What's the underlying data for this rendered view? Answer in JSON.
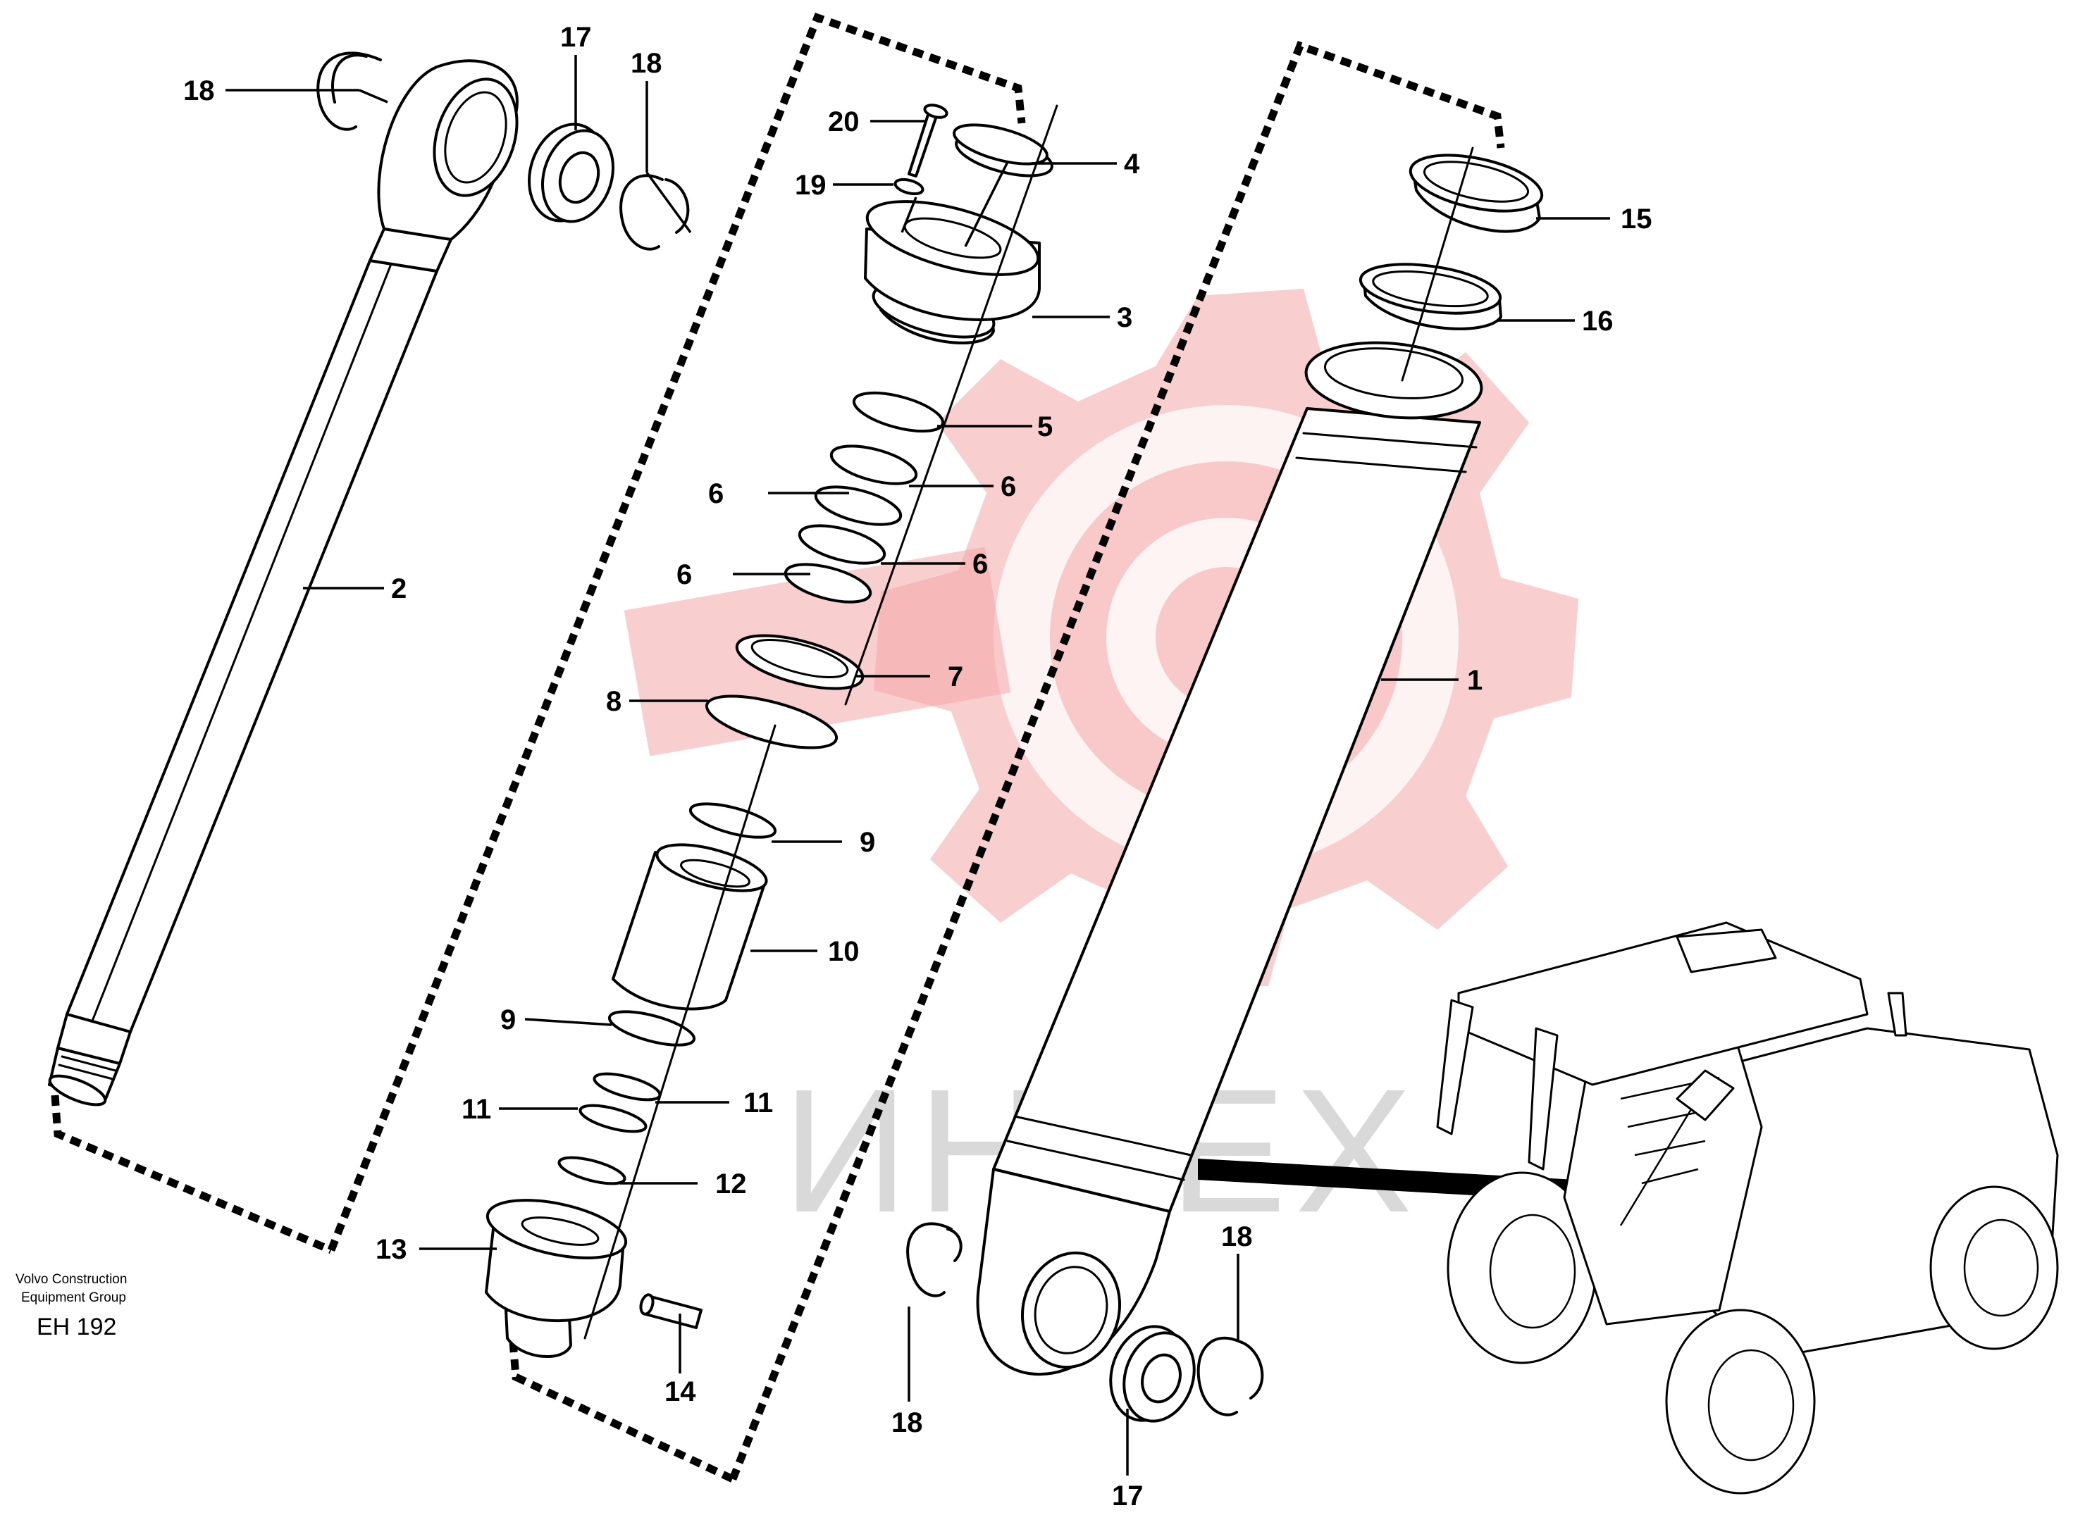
{
  "watermark": {
    "text": "ИНТЕХ",
    "gear_color": "#f4a5a5",
    "text_color": "#c9c9c9"
  },
  "vendor": {
    "line1": "Volvo Construction",
    "line2": "Equipment Group",
    "code": "EH 192"
  },
  "callouts": [
    "18",
    "17",
    "18",
    "2",
    "20",
    "4",
    "19",
    "3",
    "5",
    "6",
    "6",
    "6",
    "6",
    "7",
    "8",
    "9",
    "10",
    "9",
    "11",
    "11",
    "12",
    "13",
    "14",
    "15",
    "16",
    "1",
    "18",
    "17",
    "18"
  ]
}
